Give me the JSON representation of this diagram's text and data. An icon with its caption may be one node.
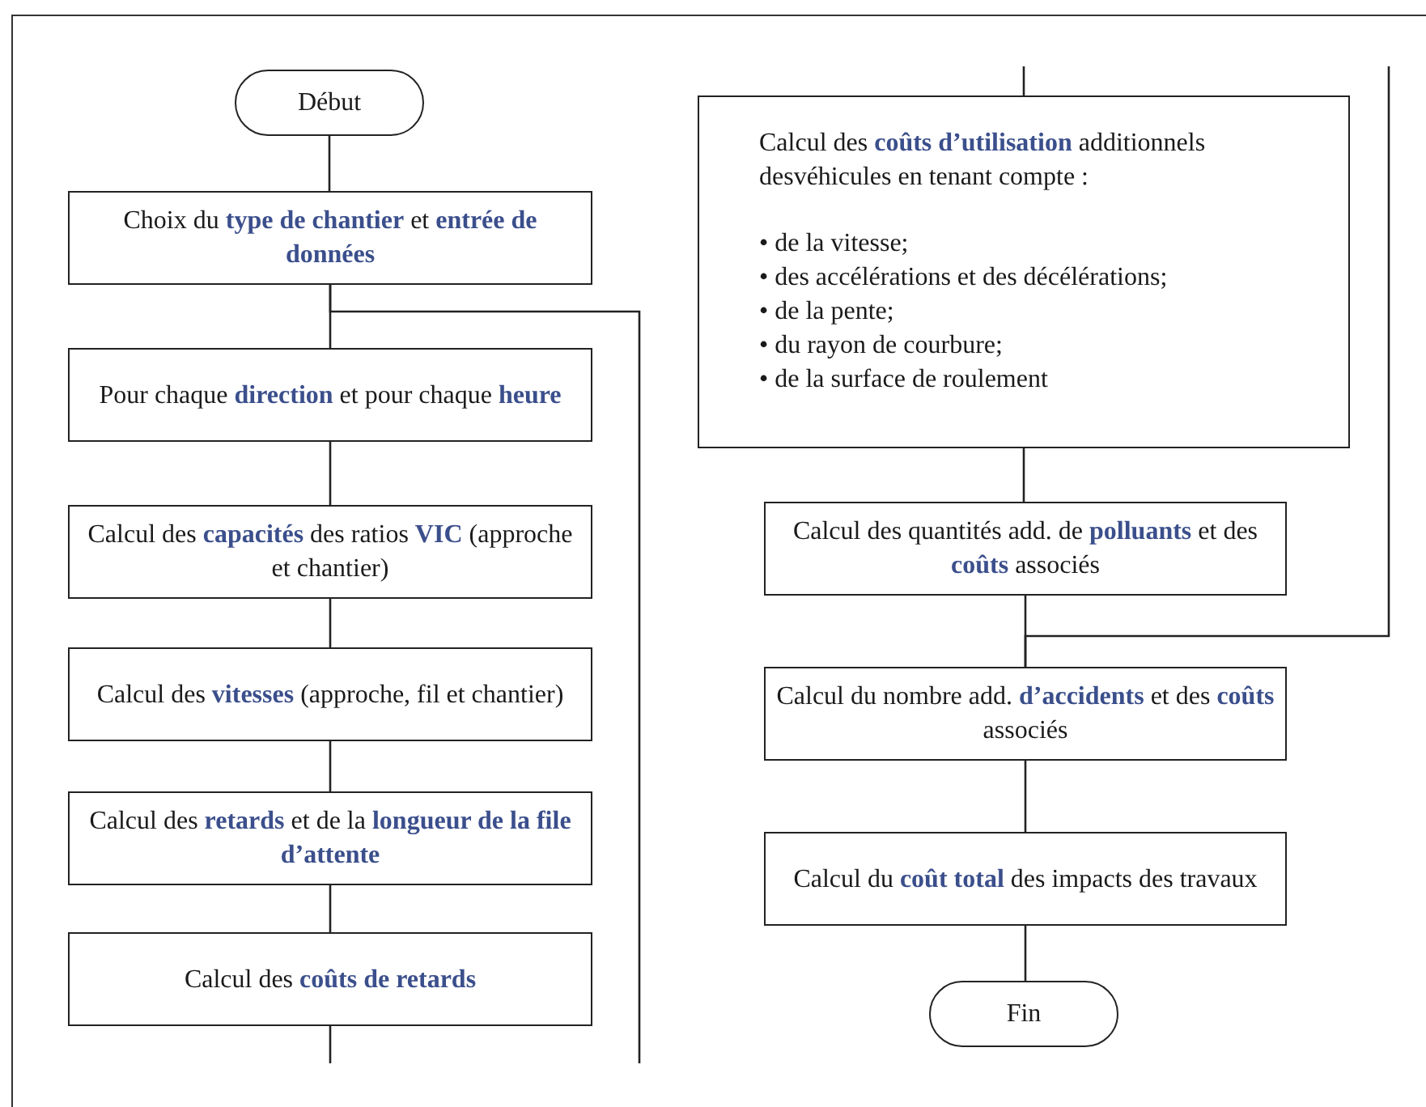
{
  "diagram": {
    "nodes": [
      {
        "text": [
          "Début"
        ]
      },
      {
        "text": [
          "Choix du **type de chantier** et **entrée de données**"
        ]
      },
      {
        "text": [
          "Pour chaque **direction** et pour chaque **heure**"
        ]
      },
      {
        "text": [
          "Calcul des **capacités** des ratios **VIC** (approche et chantier)"
        ]
      },
      {
        "text": [
          "Calcul des **vitesses** (approche, fil et chantier)"
        ]
      },
      {
        "text": [
          "Calcul des **retards** et de la **longueur de la file d’attente**"
        ]
      },
      {
        "text": [
          "Calcul des **coûts de retards**"
        ]
      },
      {
        "text": [
          "Calcul des **coûts d’utilisation** additionnels desvéhicules en tenant compte :",
          "• de la vitesse;",
          "• des accélérations et des décélérations;",
          "• de la pente;",
          "• du rayon de courbure;",
          "• de la surface de roulement"
        ]
      },
      {
        "text": [
          "Calcul des quantités add. de **polluants** et des **coûts** associés"
        ]
      },
      {
        "text": [
          "Calcul du nombre add. **d’accidents** et des **coûts** associés"
        ]
      },
      {
        "text": [
          "Calcul du **coût total** des impacts des travaux"
        ]
      },
      {
        "text": [
          "Fin"
        ]
      }
    ],
    "edges": [
      {
        "from": 0,
        "to": 1,
        "arrow": "none"
      },
      {
        "from": 1,
        "to": 2,
        "arrow": "none"
      },
      {
        "from": 2,
        "to": 3,
        "arrow": "none"
      },
      {
        "from": 3,
        "to": 4,
        "arrow": "none"
      },
      {
        "from": 4,
        "to": 5,
        "arrow": "none"
      },
      {
        "from": 5,
        "to": 6,
        "arrow": "none"
      },
      {
        "from": 6,
        "to": null,
        "arrow": "none"
      },
      {
        "from": 1,
        "to": null,
        "arrow": "none"
      },
      {
        "from": null,
        "to": 7,
        "arrow": "none"
      },
      {
        "from": 7,
        "to": 8,
        "arrow": "none"
      },
      {
        "from": 8,
        "to": 9,
        "arrow": "none"
      },
      {
        "from": null,
        "to": 9,
        "arrow": "none"
      },
      {
        "from": 9,
        "to": 10,
        "arrow": "none"
      },
      {
        "from": 10,
        "to": 11,
        "arrow": "none"
      }
    ]
  }
}
